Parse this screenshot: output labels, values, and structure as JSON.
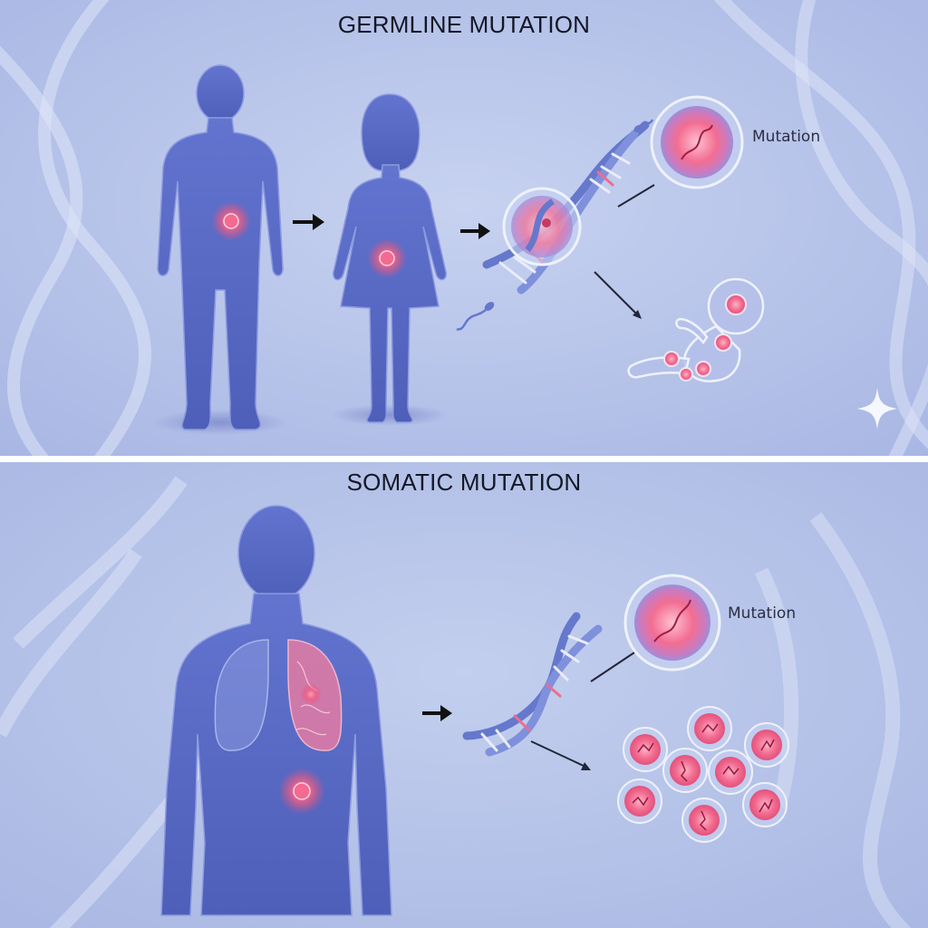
{
  "germline": {
    "title": "GERMLINE MUTATION",
    "mutation_label": "Mutation"
  },
  "somatic": {
    "title": "SOMATIC MUTATION",
    "mutation_label": "Mutation"
  },
  "colors": {
    "background": "#b9c6ea",
    "figure": "#5a6cc8",
    "mutation": "#ec4c76",
    "divider": "#ffffff"
  }
}
